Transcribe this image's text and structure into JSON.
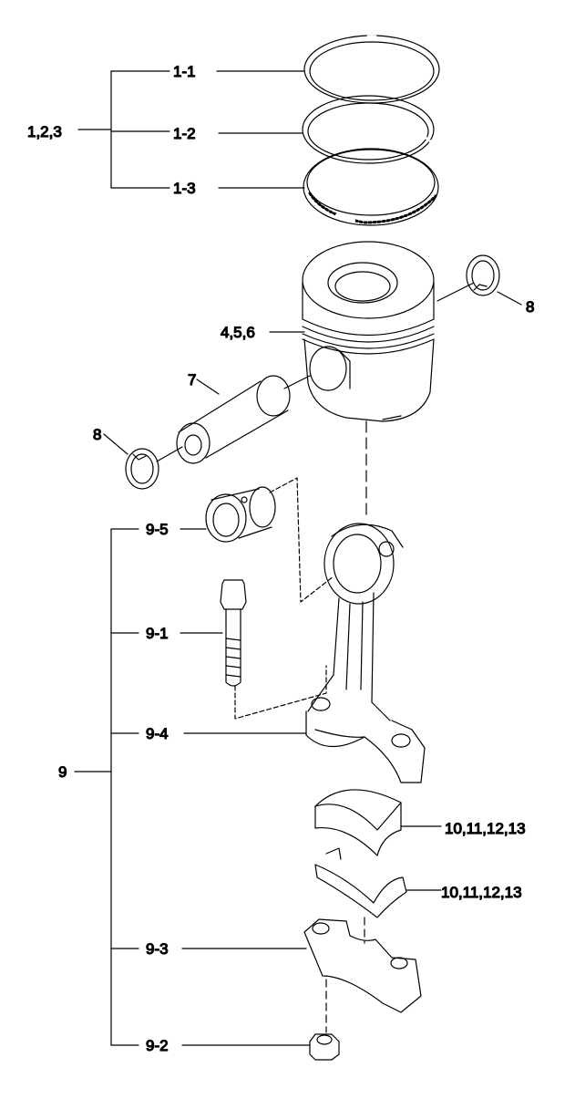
{
  "labels": {
    "group_rings": "1,2,3",
    "ring_1": "1-1",
    "ring_2": "1-2",
    "ring_3": "1-3",
    "piston": "4,5,6",
    "snap_ring_right": "8",
    "piston_pin": "7",
    "snap_ring_left": "8",
    "group_rod": "9",
    "bushing": "9-5",
    "rod_bolt": "9-1",
    "rod_body": "9-4",
    "bearing_upper": "10,11,12,13",
    "bearing_lower": "10,11,12,13",
    "rod_cap": "9-3",
    "rod_nut": "9-2"
  },
  "colors": {
    "ink": "#000000",
    "paper": "#ffffff"
  }
}
